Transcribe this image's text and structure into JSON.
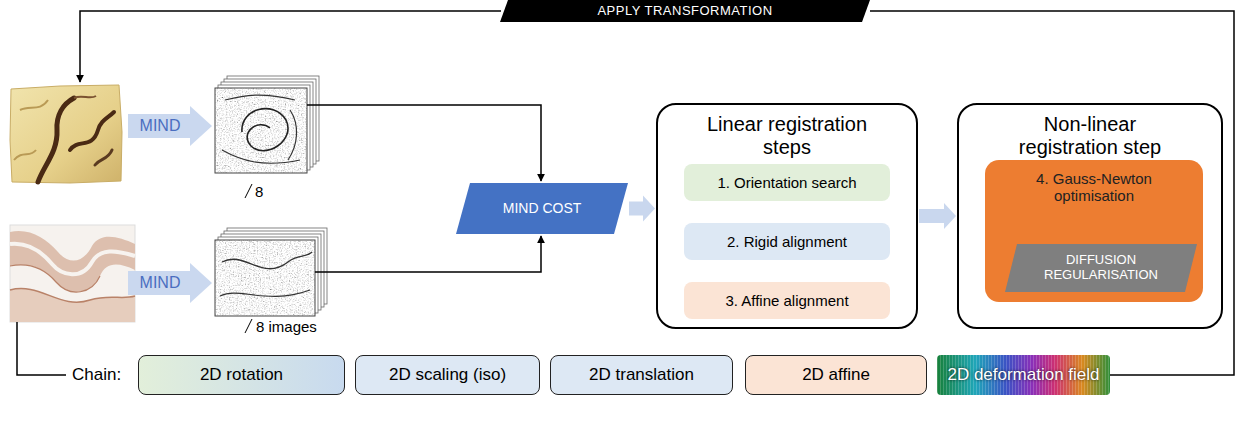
{
  "diagram": {
    "nodes": [
      {
        "text": [
          "APPLY TRANSFORMATION"
        ]
      },
      {
        "text": [
          "MIND"
        ]
      },
      {
        "text": [
          "MIND"
        ]
      },
      {
        "text": [
          "MIND COST"
        ]
      },
      {
        "text": [
          "Linear registration steps"
        ]
      },
      {
        "text": [
          "1. Orientation search"
        ],
        "in": 4
      },
      {
        "text": [
          "2. Rigid alignment"
        ],
        "in": 4
      },
      {
        "text": [
          "3. Affine alignment"
        ],
        "in": 4
      },
      {
        "text": [
          "Non-linear registration step"
        ]
      },
      {
        "text": [
          "4. Gauss-Newton optimisation"
        ],
        "in": 8
      },
      {
        "text": [
          "DIFFUSION REGULARISATION"
        ],
        "in": 9
      },
      {
        "text": [
          "2D rotation"
        ]
      },
      {
        "text": [
          "2D scaling (iso)"
        ]
      },
      {
        "text": [
          "2D translation"
        ]
      },
      {
        "text": [
          "2D affine"
        ]
      },
      {
        "text": [
          "2D deformation field"
        ]
      }
    ],
    "edges": [
      {
        "from": 3,
        "to": 4,
        "arrow": "to"
      },
      {
        "from": 4,
        "to": 8,
        "arrow": "to"
      },
      {
        "from": 15,
        "to": 0,
        "arrow": "none"
      }
    ],
    "labels": [
      "8",
      "8 images",
      "Chain:"
    ]
  }
}
